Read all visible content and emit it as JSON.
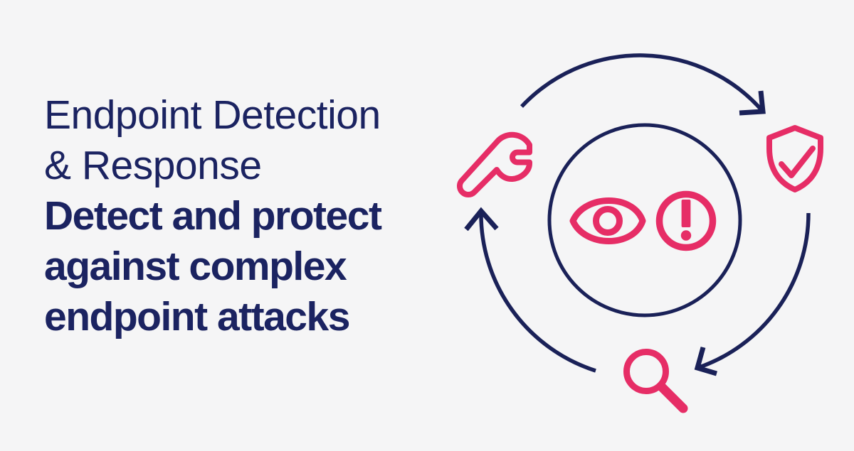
{
  "colors": {
    "background": "#f5f5f6",
    "navy_text": "#1b2361",
    "navy_line": "#1a2158",
    "pink": "#e62d66"
  },
  "headline": {
    "title_lines": [
      "Endpoint Detection",
      "& Response"
    ],
    "emphasis_lines": [
      "Detect and protect",
      "against complex",
      "endpoint attacks"
    ]
  },
  "illustration": {
    "type": "cyclical process diagram",
    "center_icons": [
      "eye-icon",
      "alert-icon"
    ],
    "outer_icons": [
      "wrench-icon",
      "shield-check-icon",
      "magnifier-icon"
    ],
    "arrows": [
      "cycle-arrow-top",
      "cycle-arrow-right",
      "cycle-arrow-left"
    ],
    "direction": "clockwise"
  }
}
